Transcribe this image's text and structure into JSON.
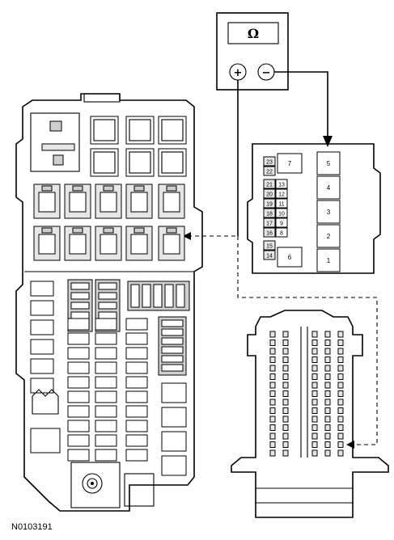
{
  "meter": {
    "display": "Ω",
    "positive": "+",
    "negative": "−"
  },
  "connector_large_pins": [
    "7",
    "6",
    "5",
    "4",
    "3",
    "2",
    "1"
  ],
  "connector_small_pins": {
    "left": [
      "23",
      "22",
      "21",
      "20",
      "19",
      "18",
      "17",
      "16",
      "15",
      "14"
    ],
    "right": [
      "13",
      "12",
      "11",
      "10",
      "9",
      "8"
    ]
  },
  "figure_id": "N0103191"
}
